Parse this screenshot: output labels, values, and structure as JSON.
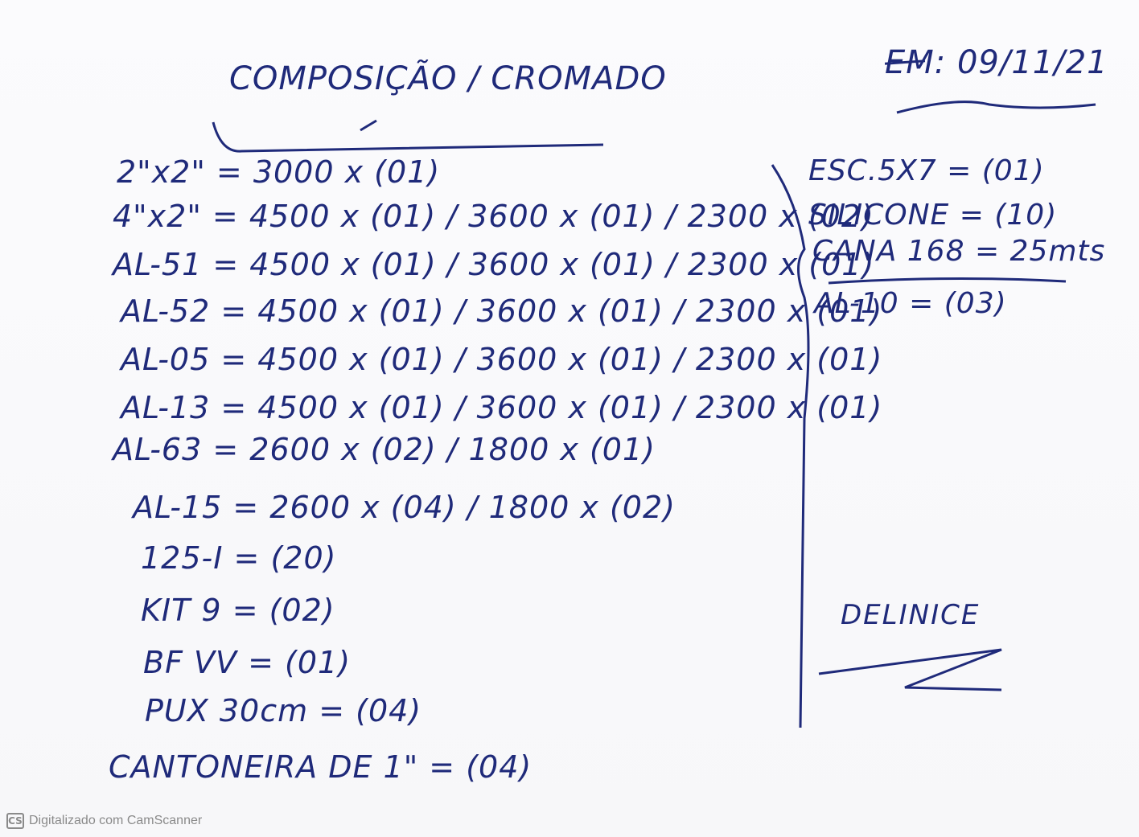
{
  "header": {
    "title": "COMPOSIÇÃO / CROMADO",
    "date": "EM: 09/11/21"
  },
  "items": [
    {
      "label": "2\"x2\"",
      "value": "= 3000 x (01)"
    },
    {
      "label": "4\"x2\"",
      "value": "= 4500 x (01) / 3600 x (01) / 2300 x (02)"
    },
    {
      "label": "AL-51",
      "value": "= 4500 x (01) / 3600 x (01) / 2300 x (01)"
    },
    {
      "label": "AL-52",
      "value": "= 4500 x (01) / 3600 x (01) / 2300 x (01)"
    },
    {
      "label": "AL-05",
      "value": "= 4500 x (01) / 3600 x (01) / 2300 x (01)"
    },
    {
      "label": "AL-13",
      "value": "= 4500 x (01) / 3600 x (01) / 2300 x (01)"
    },
    {
      "label": "AL-63",
      "value": "= 2600 x (02) / 1800 x (01)"
    },
    {
      "label": "AL-15",
      "value": "= 2600 x (04) / 1800 x (02)"
    },
    {
      "label": "125-I",
      "value": "= (20)"
    },
    {
      "label": "KIT 9",
      "value": "= (02)"
    },
    {
      "label": "BF VV",
      "value": "= (01)"
    },
    {
      "label": "PUX 30cm",
      "value": "= (04)"
    },
    {
      "label": "CANTONEIRA DE 1\"",
      "value": "= (04)"
    }
  ],
  "right_items": [
    {
      "label": "ESC.5X7",
      "value": "= (01)"
    },
    {
      "label": "SILICONE",
      "value": "= (10)"
    },
    {
      "label": "CANA 168",
      "value": "= 25mts"
    },
    {
      "label": "AL-10",
      "value": "= (03)"
    }
  ],
  "signature": "DELINICE",
  "watermark": {
    "logo": "CS",
    "text": "Digitalizado com CamScanner"
  }
}
